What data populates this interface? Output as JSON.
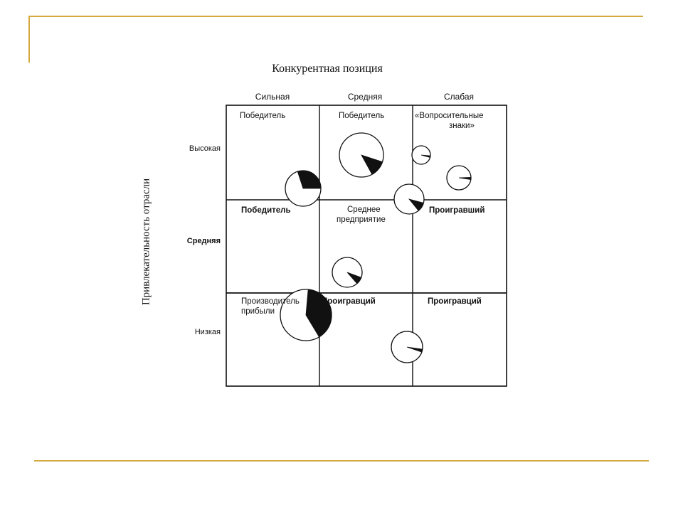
{
  "theme": {
    "accent": "#d4a93f",
    "ink": "#111111"
  },
  "diagram": {
    "title": "Конкурентная позиция",
    "y_axis_label": "Привлекательность отрасли",
    "columns": [
      "Сильная",
      "Средняя",
      "Слабая"
    ],
    "rows": [
      "Высокая",
      "Средняя",
      "Низкая"
    ],
    "cells": {
      "r1c1": "Победитель",
      "r1c2": "Победитель",
      "r1c3_line1": "«Вопросительные",
      "r1c3_line2": "знаки»",
      "r2c1": "Победитель",
      "r2c2_line1": "Среднее",
      "r2c2_line2": "предприятие",
      "r2c3": "Проигравший",
      "r3c1_line1": "Производитель",
      "r3c1_line2": "прибыли",
      "r3c2": "Проигравций",
      "r3c3": "Проигравций"
    },
    "business_units": [
      {
        "id": "bu-1",
        "share_fraction": 0.3
      },
      {
        "id": "bu-2",
        "share_fraction": 0.12
      },
      {
        "id": "bu-3",
        "share_fraction": 0.03
      },
      {
        "id": "bu-4",
        "share_fraction": 0.03
      },
      {
        "id": "bu-5",
        "share_fraction": 0.4
      },
      {
        "id": "bu-6",
        "share_fraction": 0.08
      },
      {
        "id": "bu-7",
        "share_fraction": 0.1
      },
      {
        "id": "bu-8",
        "share_fraction": 0.4
      },
      {
        "id": "bu-9",
        "share_fraction": 0.03
      }
    ]
  }
}
